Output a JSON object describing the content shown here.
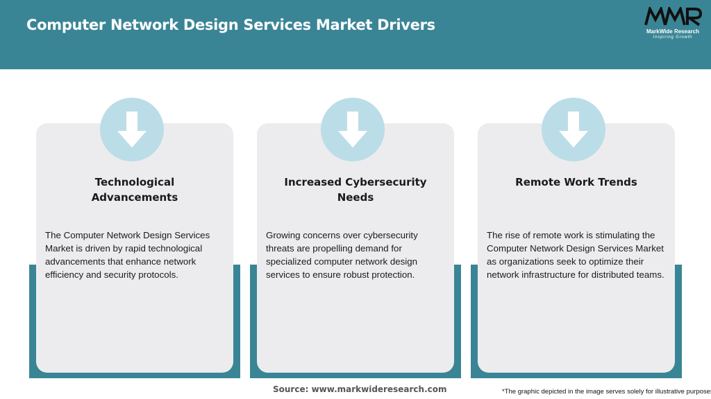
{
  "header": {
    "title": "Computer Network Design Services Market Drivers",
    "background_color": "#3a8595"
  },
  "logo": {
    "mark": "MWR",
    "name": "MarkWide Research",
    "tagline": "Inspiring Growth"
  },
  "cards": [
    {
      "icon": "arrow-down-icon",
      "title": "Technological Advancements",
      "text": "The Computer Network Design Services Market is driven by rapid technological advancements that enhance network efficiency and security protocols."
    },
    {
      "icon": "arrow-down-icon",
      "title": "Increased Cybersecurity Needs",
      "text": "Growing concerns over cybersecurity threats are propelling demand for specialized computer network design services to ensure robust protection."
    },
    {
      "icon": "arrow-down-icon",
      "title": "Remote Work Trends",
      "text": "The rise of remote work is stimulating the Computer Network Design Services Market as organizations seek to optimize their network infrastructure for distributed teams."
    }
  ],
  "footer": {
    "source": "Source: www.markwideresearch.com",
    "note": "*The graphic depicted in the image serves solely for illustrative purposes"
  },
  "colors": {
    "accent": "#3a8595",
    "card_background": "#ececee",
    "icon_circle": "#bbdde8"
  }
}
